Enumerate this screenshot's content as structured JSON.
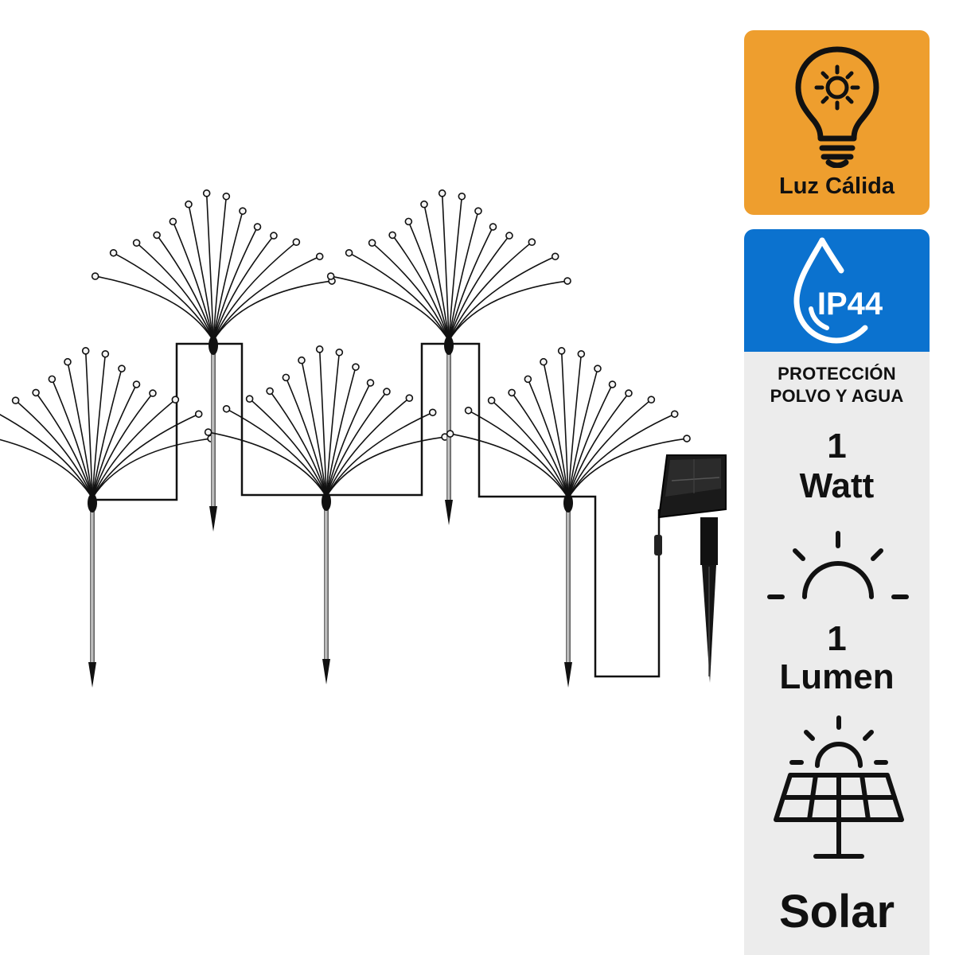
{
  "warm_light": {
    "label": "Luz Cálida",
    "icon": "lightbulb-sun-icon",
    "background": "#ee9e2e"
  },
  "ip_rating": {
    "code": "IP44",
    "icon": "water-drop-icon",
    "background": "#0b72cf",
    "description_line1": "PROTECCIÓN",
    "description_line2": "POLVO Y AGUA"
  },
  "power": {
    "value": "1",
    "unit": "Watt"
  },
  "brightness": {
    "icon": "sunrise-icon",
    "value": "1",
    "unit": "Lumen"
  },
  "energy": {
    "icon": "solar-panel-icon",
    "label": "Solar"
  },
  "product": {
    "image": "solar-firework-garden-lights",
    "stake_count": 5,
    "colors": {
      "cable": "#111111",
      "stake": "#8a8a8a",
      "bulb": "#f4f4f4"
    }
  }
}
